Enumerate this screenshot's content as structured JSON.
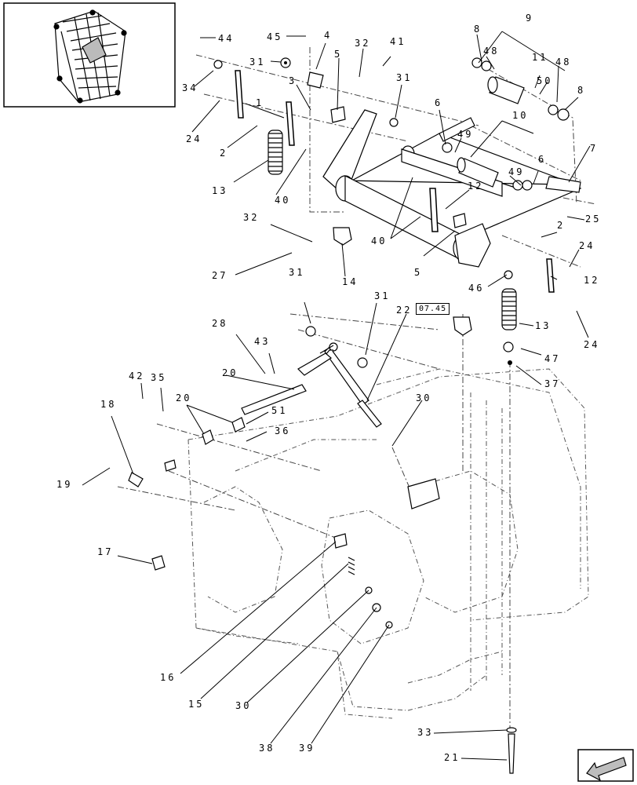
{
  "colors": {
    "ink": "#000000",
    "paper": "#ffffff",
    "shade": "#cfcfcf"
  },
  "reference_box": "07.45",
  "callouts": [
    {
      "id": "c44",
      "text": "44"
    },
    {
      "id": "c45",
      "text": "45"
    },
    {
      "id": "c4",
      "text": "4"
    },
    {
      "id": "c32a",
      "text": "32"
    },
    {
      "id": "c41",
      "text": "41"
    },
    {
      "id": "c31a",
      "text": "31"
    },
    {
      "id": "c34",
      "text": "34"
    },
    {
      "id": "c3",
      "text": "3"
    },
    {
      "id": "c5a",
      "text": "5"
    },
    {
      "id": "c31b",
      "text": "31"
    },
    {
      "id": "c1",
      "text": "1"
    },
    {
      "id": "c24a",
      "text": "24"
    },
    {
      "id": "c2a",
      "text": "2"
    },
    {
      "id": "c13a",
      "text": "13"
    },
    {
      "id": "c40a",
      "text": "40"
    },
    {
      "id": "c8a",
      "text": "8"
    },
    {
      "id": "c48a",
      "text": "48"
    },
    {
      "id": "c9",
      "text": "9"
    },
    {
      "id": "c11",
      "text": "11"
    },
    {
      "id": "c50",
      "text": "50"
    },
    {
      "id": "c48b",
      "text": "48"
    },
    {
      "id": "c8b",
      "text": "8"
    },
    {
      "id": "c6a",
      "text": "6"
    },
    {
      "id": "c49a",
      "text": "49"
    },
    {
      "id": "c10",
      "text": "10"
    },
    {
      "id": "c49b",
      "text": "49"
    },
    {
      "id": "c6b",
      "text": "6"
    },
    {
      "id": "c7",
      "text": "7"
    },
    {
      "id": "c12a",
      "text": "12"
    },
    {
      "id": "c25",
      "text": "25"
    },
    {
      "id": "c32b",
      "text": "32"
    },
    {
      "id": "c40b",
      "text": "40"
    },
    {
      "id": "c5b",
      "text": "5"
    },
    {
      "id": "c2b",
      "text": "2"
    },
    {
      "id": "c24b",
      "text": "24"
    },
    {
      "id": "c27",
      "text": "27"
    },
    {
      "id": "c14",
      "text": "14"
    },
    {
      "id": "c46",
      "text": "46"
    },
    {
      "id": "c12b",
      "text": "12"
    },
    {
      "id": "c31c",
      "text": "31"
    },
    {
      "id": "c31d",
      "text": "31"
    },
    {
      "id": "c22",
      "text": "22"
    },
    {
      "id": "c13b",
      "text": "13"
    },
    {
      "id": "c24c",
      "text": "24"
    },
    {
      "id": "c28",
      "text": "28"
    },
    {
      "id": "c43",
      "text": "43"
    },
    {
      "id": "c47",
      "text": "47"
    },
    {
      "id": "c20a",
      "text": "20"
    },
    {
      "id": "c37",
      "text": "37"
    },
    {
      "id": "c42",
      "text": "42"
    },
    {
      "id": "c35",
      "text": "35"
    },
    {
      "id": "c30a",
      "text": "30"
    },
    {
      "id": "c18",
      "text": "18"
    },
    {
      "id": "c20b",
      "text": "20"
    },
    {
      "id": "c51",
      "text": "51"
    },
    {
      "id": "c36",
      "text": "36"
    },
    {
      "id": "c19",
      "text": "19"
    },
    {
      "id": "c17",
      "text": "17"
    },
    {
      "id": "c16",
      "text": "16"
    },
    {
      "id": "c15",
      "text": "15"
    },
    {
      "id": "c30b",
      "text": "30"
    },
    {
      "id": "c38",
      "text": "38"
    },
    {
      "id": "c39",
      "text": "39"
    },
    {
      "id": "c33",
      "text": "33"
    },
    {
      "id": "c21",
      "text": "21"
    }
  ]
}
